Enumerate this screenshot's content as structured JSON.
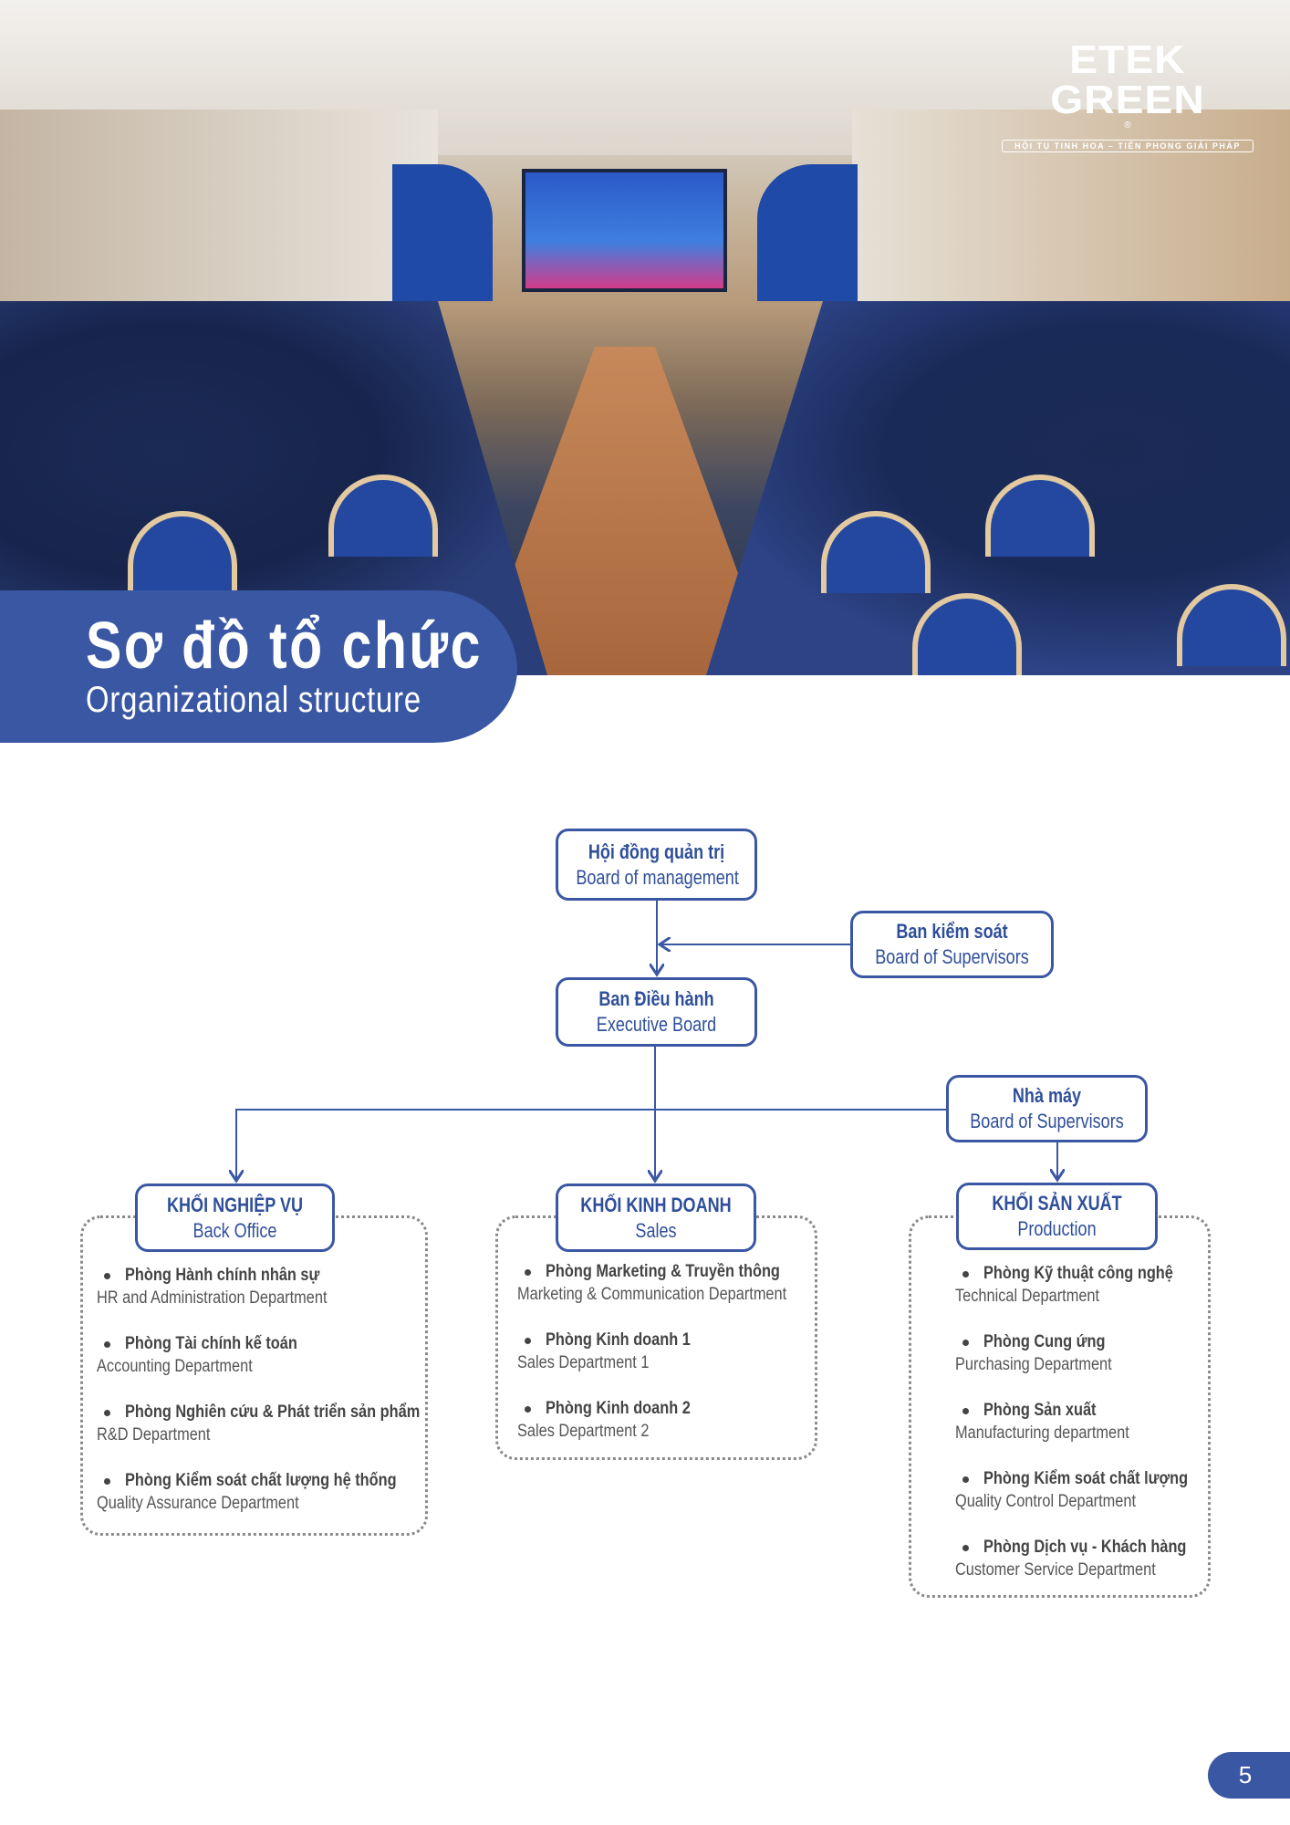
{
  "logo": {
    "brand": "ETEK GREEN",
    "registered": "®",
    "tagline": "HỘI TỤ TINH HOA – TIÊN PHONG GIẢI PHÁP"
  },
  "header": {
    "title_vi": "Sơ đồ tổ chức",
    "title_en": "Organizational structure"
  },
  "colors": {
    "accent": "#3a57a3",
    "dotted_border": "#8a8a8a"
  },
  "chart": {
    "board": {
      "vi": "Hội đồng quản trị",
      "en": "Board of management"
    },
    "supervisors": {
      "vi": "Ban kiểm soát",
      "en": "Board of Supervisors"
    },
    "executive": {
      "vi": "Ban Điều hành",
      "en": "Executive Board"
    },
    "factory": {
      "vi": "Nhà máy",
      "en": "Board of Supervisors"
    },
    "divisions": [
      {
        "vi": "KHỐI NGHIỆP VỤ",
        "en": "Back Office",
        "departments": [
          {
            "vi": "Phòng Hành chính nhân sự",
            "en": "HR and Administration Department"
          },
          {
            "vi": "Phòng Tài chính kế toán",
            "en": "Accounting Department"
          },
          {
            "vi": "Phòng Nghiên cứu & Phát triển sản phẩm",
            "en": "R&D Department"
          },
          {
            "vi": "Phòng Kiểm soát chất lượng hệ thống",
            "en": "Quality Assurance Department"
          }
        ]
      },
      {
        "vi": "KHỐI KINH DOANH",
        "en": "Sales",
        "departments": [
          {
            "vi": "Phòng Marketing & Truyền thông",
            "en": "Marketing & Communication Department"
          },
          {
            "vi": "Phòng Kinh doanh 1",
            "en": "Sales Department 1"
          },
          {
            "vi": "Phòng Kinh doanh 2",
            "en": "Sales Department 2"
          }
        ]
      },
      {
        "vi": "KHỐI SẢN XUẤT",
        "en": "Production",
        "departments": [
          {
            "vi": "Phòng Kỹ thuật công nghệ",
            "en": "Technical Department"
          },
          {
            "vi": "Phòng Cung ứng",
            "en": "Purchasing Department"
          },
          {
            "vi": "Phòng Sản xuất",
            "en": "Manufacturing department"
          },
          {
            "vi": "Phòng Kiểm soát chất lượng",
            "en": "Quality Control Department"
          },
          {
            "vi": "Phòng Dịch vụ - Khách hàng",
            "en": "Customer Service Department"
          }
        ]
      }
    ]
  },
  "footer": {
    "page_number": "5"
  }
}
